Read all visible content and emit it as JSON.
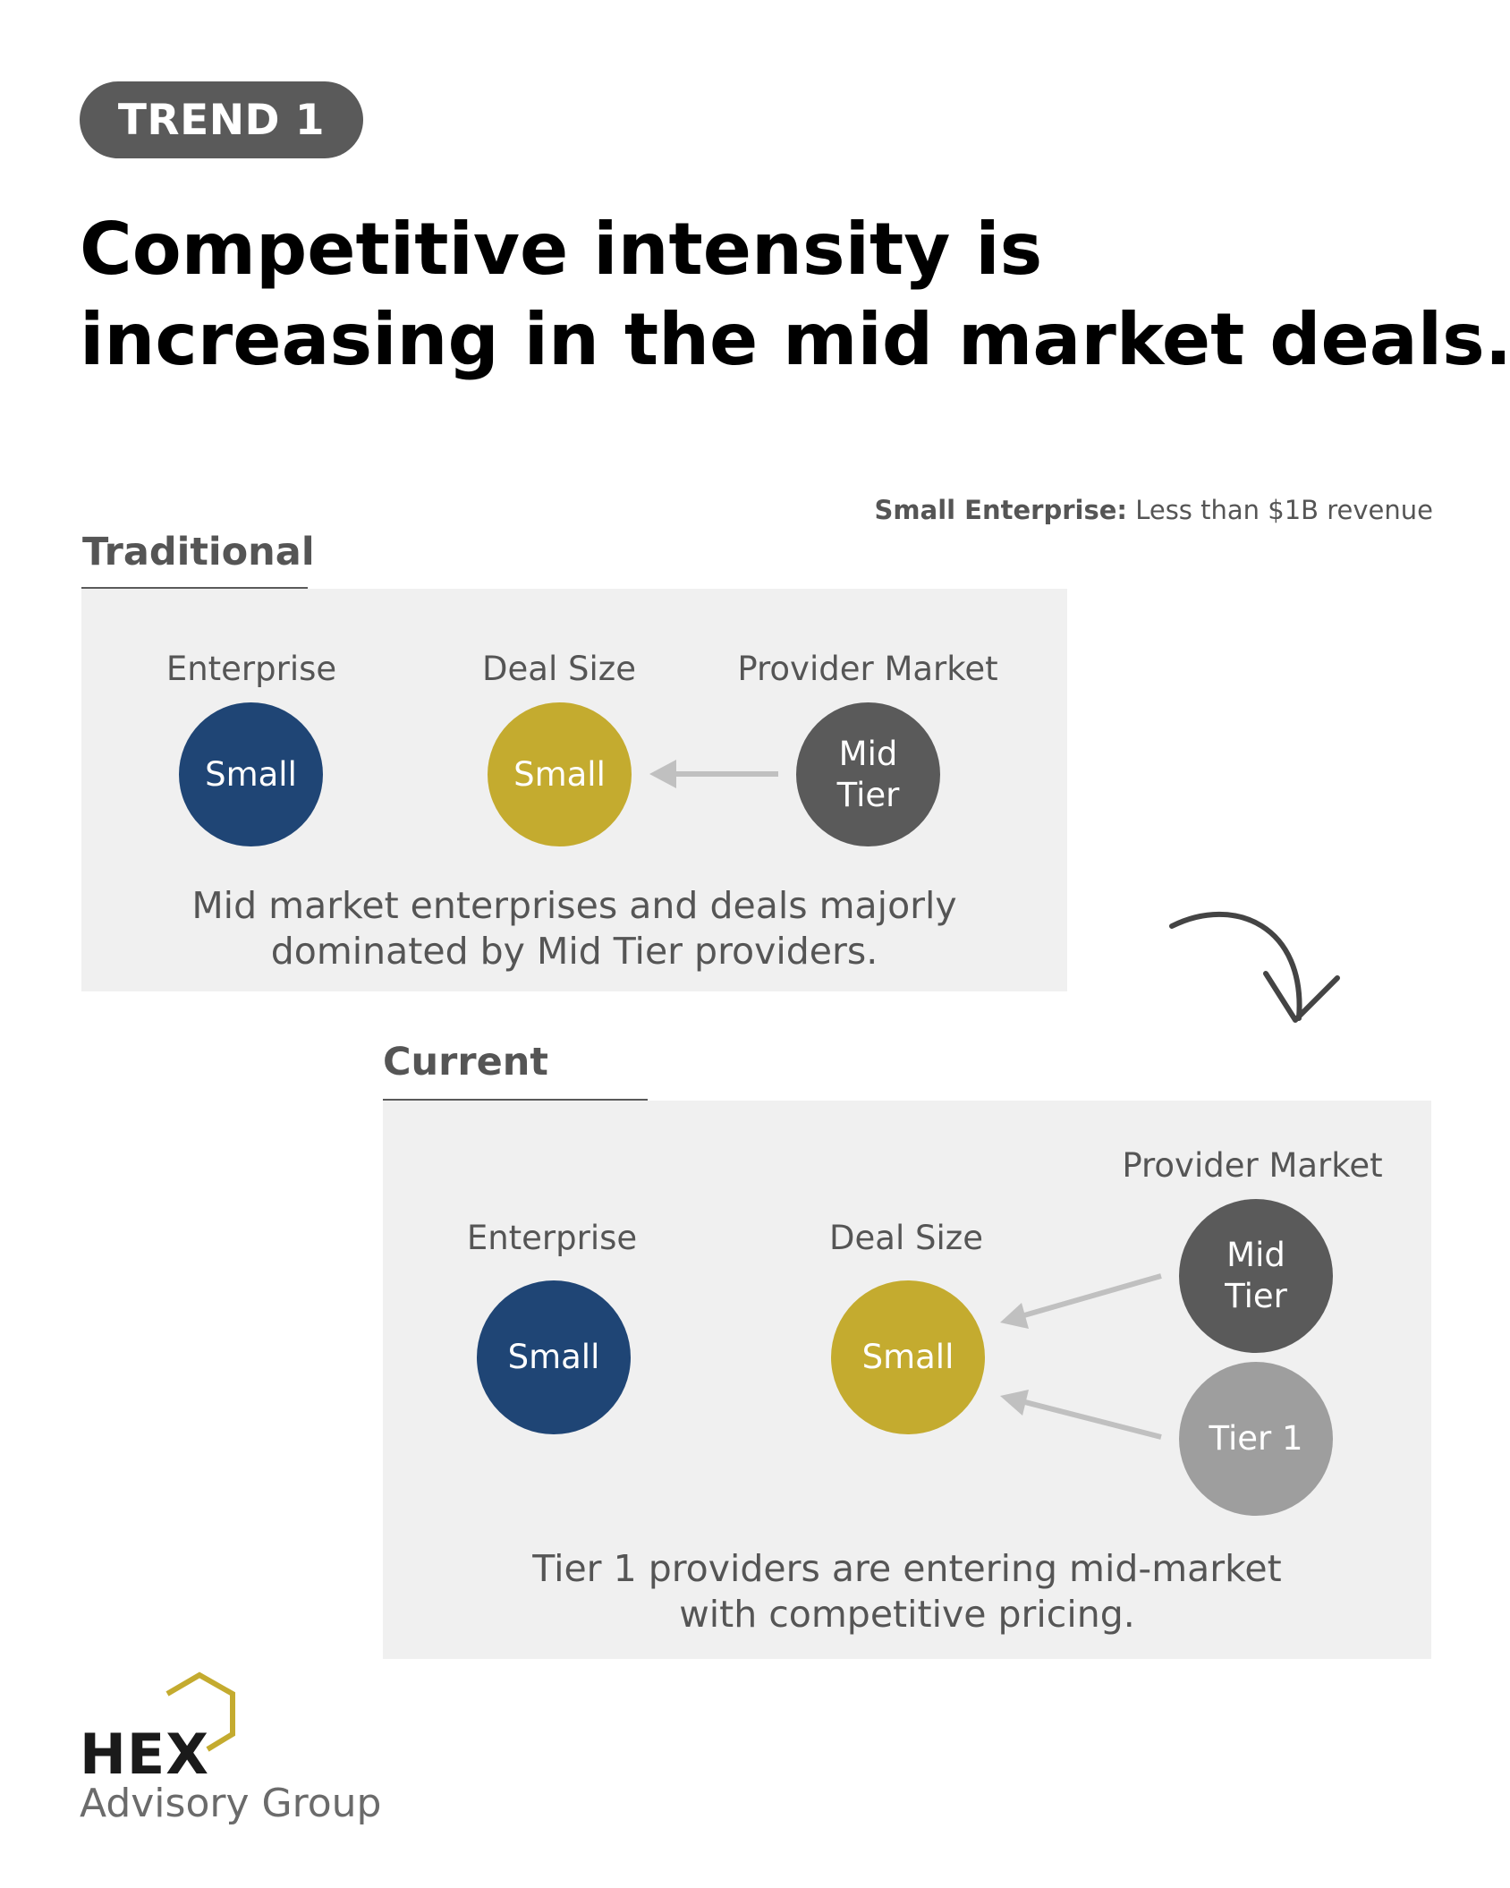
{
  "badge": {
    "label": "TREND 1"
  },
  "headline": {
    "line1": "Competitive intensity is",
    "line2": "increasing in the mid market deals."
  },
  "note": {
    "term": "Small Enterprise:",
    "definition": "Less than $1B revenue"
  },
  "traditional": {
    "title": "Traditional",
    "enterprise_label": "Enterprise",
    "deal_label": "Deal Size",
    "provider_label": "Provider Market",
    "enterprise_value": "Small",
    "deal_value": "Small",
    "provider_line1": "Mid",
    "provider_line2": "Tier",
    "caption_line1": "Mid market enterprises and deals majorly",
    "caption_line2": "dominated by Mid Tier providers."
  },
  "current": {
    "title": "Current",
    "enterprise_label": "Enterprise",
    "deal_label": "Deal Size",
    "provider_label": "Provider Market",
    "enterprise_value": "Small",
    "deal_value": "Small",
    "provider_mid_line1": "Mid",
    "provider_mid_line2": "Tier",
    "provider_tier1": "Tier 1",
    "caption_line1": "Tier 1 providers are entering mid-market",
    "caption_line2": "with competitive pricing."
  },
  "logo": {
    "name": "HEX",
    "tagline": "Advisory Group"
  },
  "colors": {
    "navy": "#1f4575",
    "gold": "#c4ab2f",
    "dark_gray": "#5a5a5a",
    "light_gray": "#9e9e9e",
    "panel": "#f0f0f0"
  }
}
